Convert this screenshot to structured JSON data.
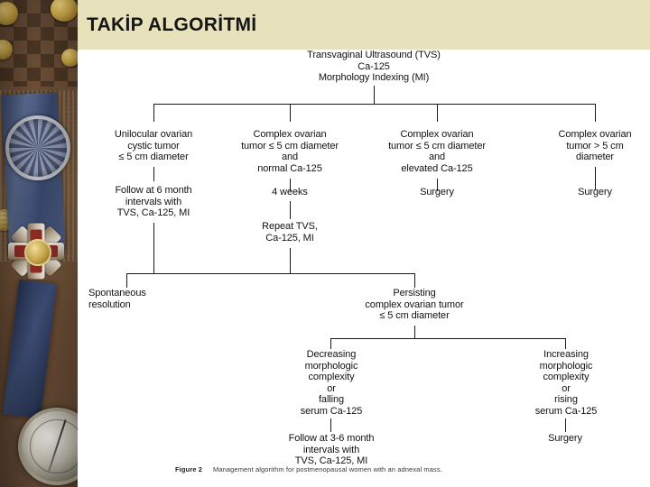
{
  "slide": {
    "title": "TAKİP ALGORİTMİ",
    "background_color": "#ffffff",
    "title_bar_color": "#e7e2bb"
  },
  "decoration": {
    "left_strip": "photographic-collage-medal-ribbon-coins-compass"
  },
  "figure": {
    "caption_label": "Figure 2",
    "caption_text": "Management algorithm for postmenopausal women with an adnexal mass.",
    "nodes": {
      "root": "Transvaginal Ultrasound (TVS)\nCa-125\nMorphology Indexing (MI)",
      "branch1": "Unilocular ovarian\ncystic tumor\n≤ 5 cm diameter",
      "branch2": "Complex ovarian\ntumor ≤ 5 cm diameter\nand\nnormal Ca-125",
      "branch3": "Complex ovarian\ntumor ≤ 5 cm diameter\nand\nelevated Ca-125",
      "branch4": "Complex ovarian\ntumor > 5 cm\ndiameter",
      "branch1_action": "Follow at 6 month\nintervals with\nTVS, Ca-125, MI",
      "branch2_action": "4 weeks",
      "branch3_action": "Surgery",
      "branch4_action": "Surgery",
      "repeat": "Repeat TVS,\nCa-125, MI",
      "outcome_left": "Spontaneous\nresolution",
      "outcome_right": "Persisting\ncomplex ovarian tumor\n≤ 5 cm diameter",
      "decreasing": "Decreasing\nmorphologic\ncomplexity\nor\nfalling\nserum Ca-125",
      "increasing": "Increasing\nmorphologic\ncomplexity\nor\nrising\nserum Ca-125",
      "final_follow": "Follow at 3-6 month\nintervals with\nTVS, Ca-125, MI",
      "final_surgery": "Surgery"
    }
  }
}
